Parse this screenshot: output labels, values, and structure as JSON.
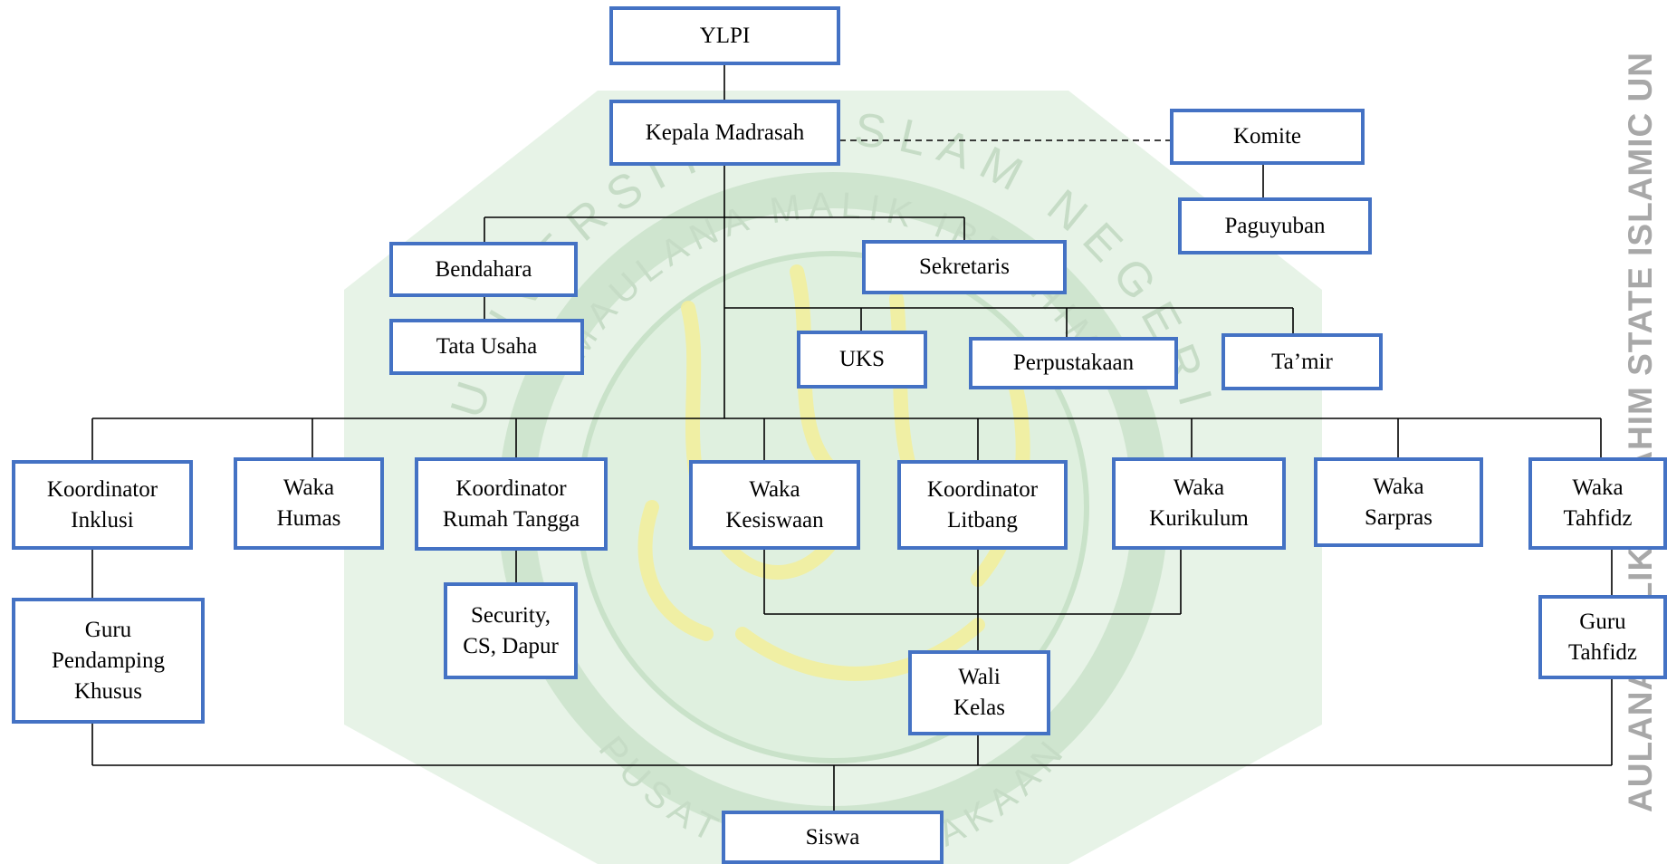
{
  "watermark": {
    "ring_text_top": "UNIVERSITAS ISLAM NEGERI",
    "ring_text_inner": "MAULANA MALIK IBRAHIM",
    "ring_text_bottom": "PUSAT PERPUSTAKAAN",
    "side_text": "AULANA MALIK IBRAHIM STATE ISLAMIC UN"
  },
  "colors": {
    "box_border": "#4472c4",
    "line": "#000000",
    "watermark_green": "#7fbf7f",
    "watermark_yellow": "#f3ef8a"
  },
  "nodes": {
    "ylpi": "YLPI",
    "kepala": "Kepala Madrasah",
    "komite": "Komite",
    "paguyuban": "Paguyuban",
    "bendahara": "Bendahara",
    "tata_usaha": "Tata Usaha",
    "sekretaris": "Sekretaris",
    "uks": "UKS",
    "perpustakaan": "Perpustakaan",
    "tamir": "Ta’mir",
    "koord_inklusi": "Koordinator\nInklusi",
    "waka_humas": "Waka\nHumas",
    "koord_rumah_tangga": "Koordinator\nRumah Tangga",
    "waka_kesiswaan": "Waka\nKesiswaan",
    "koord_litbang": "Koordinator\nLitbang",
    "waka_kurikulum": "Waka\nKurikulum",
    "waka_sarpras": "Waka\nSarpras",
    "waka_tahfidz": "Waka\nTahfidz",
    "gpk": "Guru\nPendamping\nKhusus",
    "security": "Security,\nCS, Dapur",
    "wali_kelas": "Wali\nKelas",
    "guru_tahfidz": "Guru\nTahfidz",
    "siswa": "Siswa"
  }
}
